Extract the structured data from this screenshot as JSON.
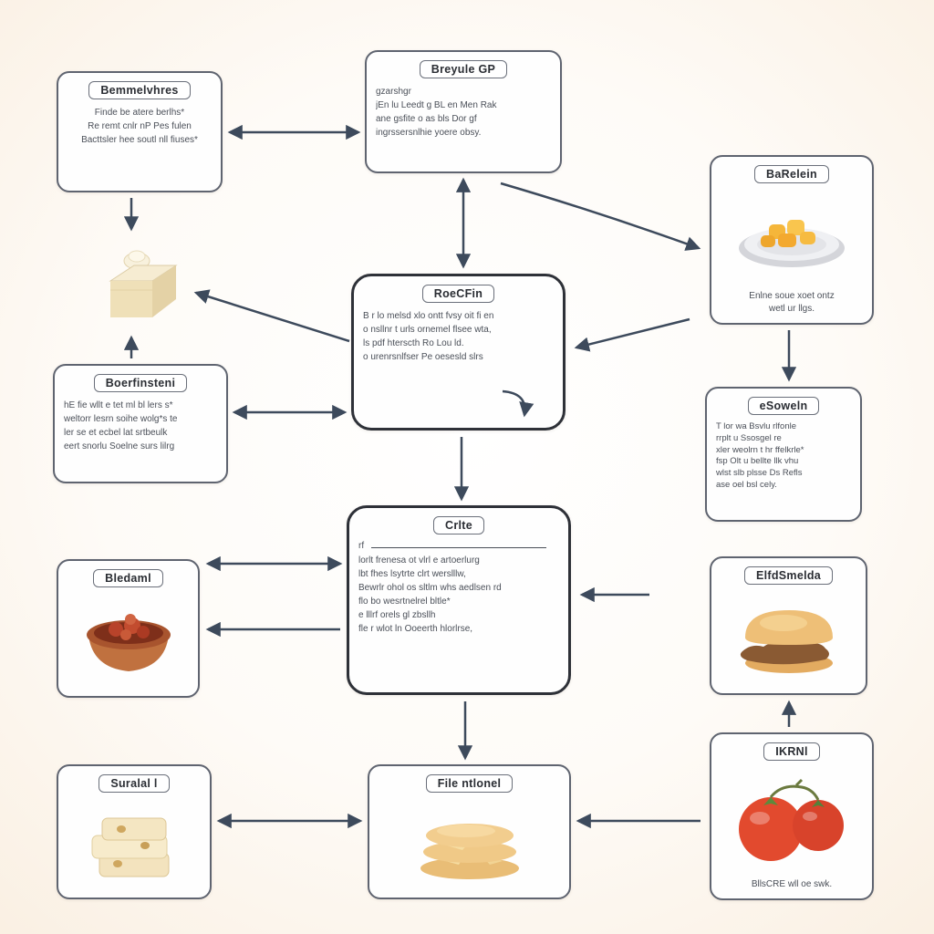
{
  "diagram": {
    "background_center": "#ffffff",
    "background_edge": "#f4e2cd",
    "arrow_color": "#3d4a5c",
    "node_border_color": "#5f6470",
    "emphasis_border_color": "#2e3138"
  },
  "nodes": {
    "top_left": {
      "title": "Bemmelvhres",
      "body": [
        "Finde be atere berlhs*",
        "Re remt cnlr nP Pes fulen",
        "Bacttsler hee soutl nll fiuses*"
      ]
    },
    "top_center": {
      "title": "Breyule GP",
      "body": [
        "gzarshgr",
        "jEn lu Leedt g BL en Men Rak",
        "ane gsfite o as bls Dor gf",
        "ingrssersnlhie yoere obsy."
      ]
    },
    "top_right": {
      "title": "BaRelein",
      "image": "plate-of-mango-cubes",
      "caption": [
        "Enlne soue xoet ontz",
        "wetl ur llgs."
      ]
    },
    "butter": {
      "image": "butter-block"
    },
    "mid_left": {
      "title": "Boerfinsteni",
      "body": [
        "hE fie wllt e tet ml bl lers s*",
        "weltorr lesrn soihe wolg*s te",
        "ler se et ecbel lat srtbeulk",
        "eert snorlu Soelne surs lilrg"
      ]
    },
    "center": {
      "title": "RoeCFin",
      "body": [
        "B r lo melsd xlo ontt fvsy oit fi en",
        "o nsllnr t urls ornemel flsee wta,",
        "ls pdf hterscth Ro Lou ld.",
        "o urenrsnlfser Pe oesesld slrs"
      ]
    },
    "mid_right": {
      "title": "eSoweln",
      "body": [
        "T lor wa Bsvlu rlfonle",
        "rrplt u Ssosgel re",
        "xler weolrn t hr ffelkrle*",
        "fsp Olt u bellte llk vhu",
        "wlst slb plsse Ds Refls",
        "ase oel bsl cely."
      ]
    },
    "center_lower": {
      "title": "Crlte",
      "lead": "rf",
      "body": [
        "lorlt frenesa ot vlrl e artoerlurg",
        "lbt fhes lsytrte clrt werslllw,",
        "Bewrlr ohol os sltlm whs aedlsen rd",
        "flo bo wesrtnelrel bltle*",
        "e lllrf orels gl zbsllh",
        "fle r wlot ln Ooeerth hlorlrse,"
      ]
    },
    "lower_left": {
      "title": "Bledaml",
      "image": "bowl-of-salsa"
    },
    "lower_right": {
      "title": "ElfdSmelda",
      "image": "breakfast-sandwich"
    },
    "bottom_left": {
      "title": "Suralal l",
      "image": "cheese-slices"
    },
    "bottom_center": {
      "title": "File ntlonel",
      "image": "pancake-sandwich"
    },
    "bottom_right": {
      "title": "IKRNl",
      "image": "tomatoes",
      "caption": [
        "BllsCRE wll oe swk."
      ]
    }
  }
}
